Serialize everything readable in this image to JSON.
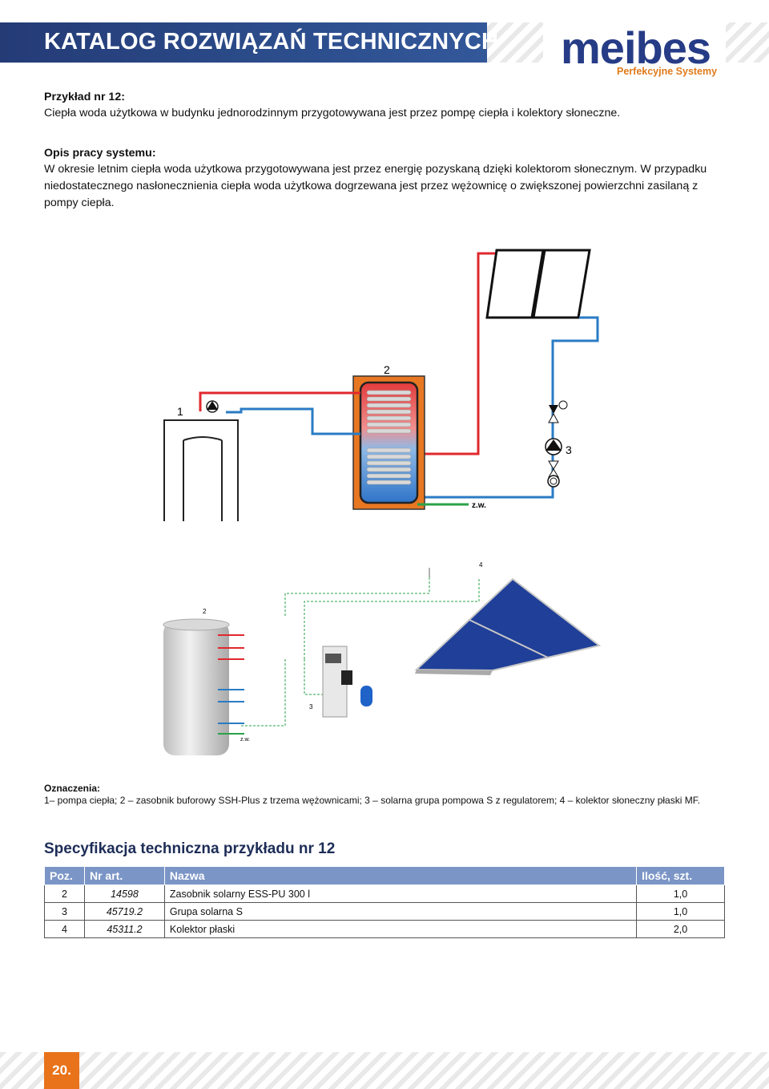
{
  "header": {
    "title": "KATALOG ROZWIĄZAŃ TECHNICZNYCH",
    "logo_text": "meibes",
    "logo_tagline": "Perfekcyjne Systemy",
    "brand_color": "#263c86",
    "accent_color": "#e8731a"
  },
  "example": {
    "label": "Przykład nr 12:",
    "description": "Ciepła woda użytkowa w budynku jednorodzinnym przygotowywana jest przez pompę ciepła i kolektory słoneczne."
  },
  "operation": {
    "label": "Opis pracy systemu:",
    "description": "W okresie letnim ciepła woda użytkowa przygotowywana jest przez energię pozyskaną dzięki kolektorom słonecznym. W przypadku niedostatecznego nasłonecznienia ciepła woda użytkowa dogrzewana jest przez wężownicę o zwiększonej powierzchni zasilaną z pompy ciepła."
  },
  "schematic": {
    "label_1": "1",
    "label_2": "2",
    "label_3": "3",
    "label_zw": "z.w."
  },
  "illustration": {
    "label_2": "2",
    "label_3": "3",
    "label_4": "4",
    "label_zw": "z.w."
  },
  "legend": {
    "label": "Oznaczenia:",
    "text": "1– pompa ciepła; 2 – zasobnik buforowy SSH-Plus z trzema wężownicami; 3 – solarna grupa pompowa S z regulatorem; 4 – kolektor słoneczny płaski MF."
  },
  "spec": {
    "title": "Specyfikacja techniczna przykładu nr 12",
    "headers": [
      "Poz.",
      "Nr art.",
      "Nazwa",
      "Ilość, szt."
    ],
    "rows": [
      [
        "2",
        "14598",
        "Zasobnik solarny ESS-PU 300 l",
        "1,0"
      ],
      [
        "3",
        "45719.2",
        "Grupa solarna S",
        "1,0"
      ],
      [
        "4",
        "45311.2",
        "Kolektor płaski",
        "2,0"
      ]
    ]
  },
  "footer": {
    "page_number": "20."
  }
}
